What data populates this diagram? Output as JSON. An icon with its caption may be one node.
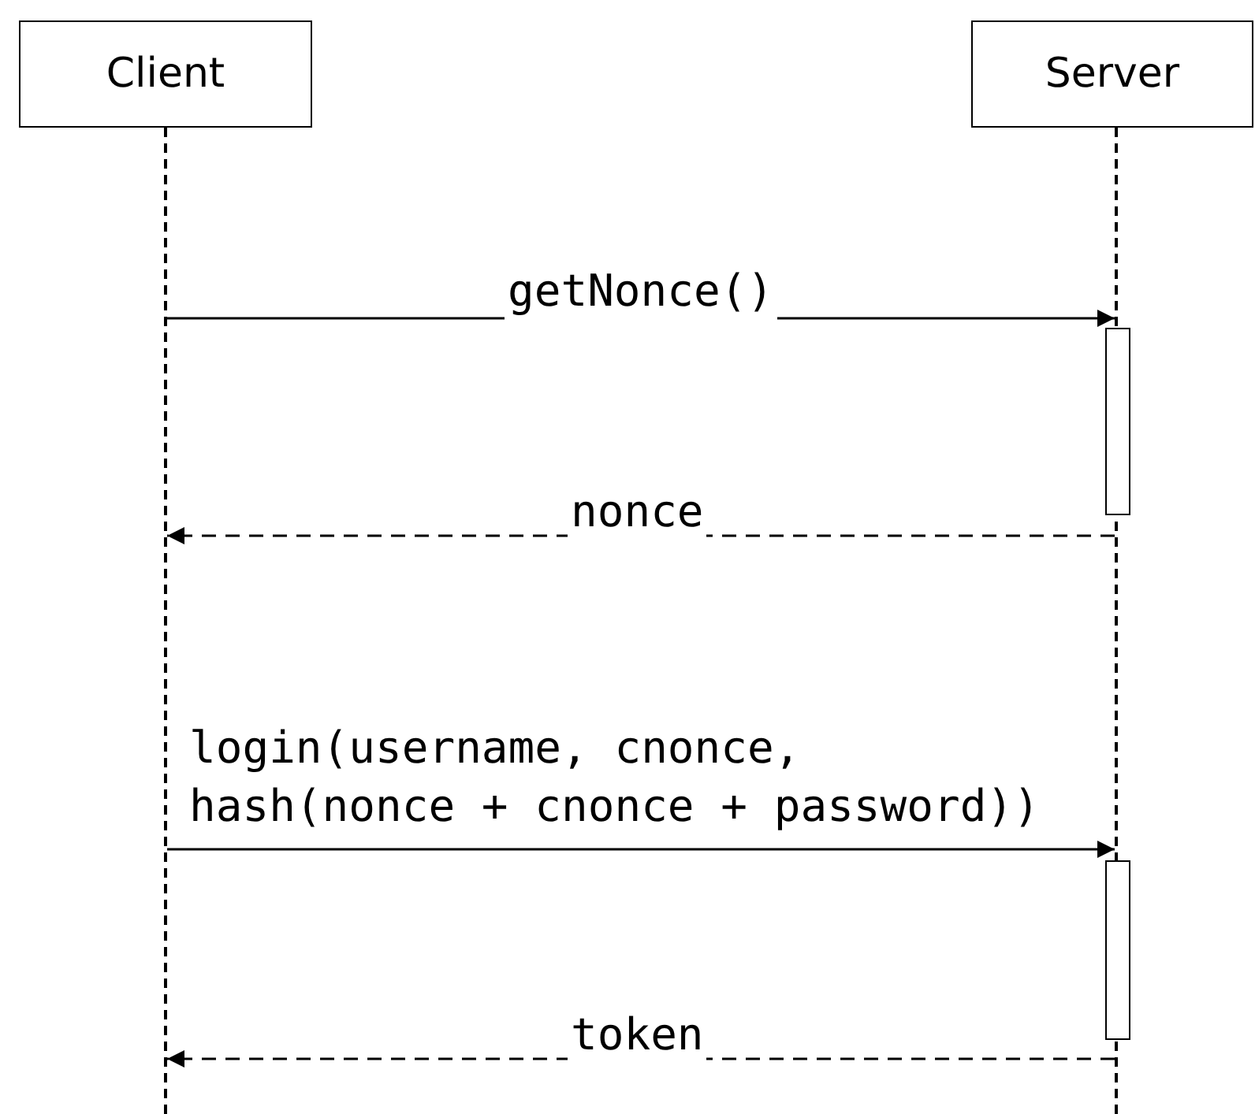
{
  "diagram": {
    "nodes": [
      {
        "text": [
          "Client"
        ]
      },
      {
        "text": [
          "Server"
        ]
      },
      {
        "text": [],
        "shape": "line"
      },
      {
        "text": [],
        "shape": "line"
      },
      {
        "text": [],
        "shape": "bar"
      },
      {
        "text": [],
        "shape": "bar"
      }
    ],
    "edges": [
      {
        "from": 2,
        "to": 3,
        "arrow": "to",
        "label": "getNonce()"
      },
      {
        "from": 3,
        "to": 2,
        "arrow": "to",
        "label": "nonce",
        "style": "dashed"
      },
      {
        "from": 2,
        "to": 3,
        "arrow": "to",
        "label": "login(username, cnonce, hash(nonce + cnonce + password))"
      },
      {
        "from": 3,
        "to": 2,
        "arrow": "to",
        "label": "token",
        "style": "dashed"
      }
    ]
  }
}
